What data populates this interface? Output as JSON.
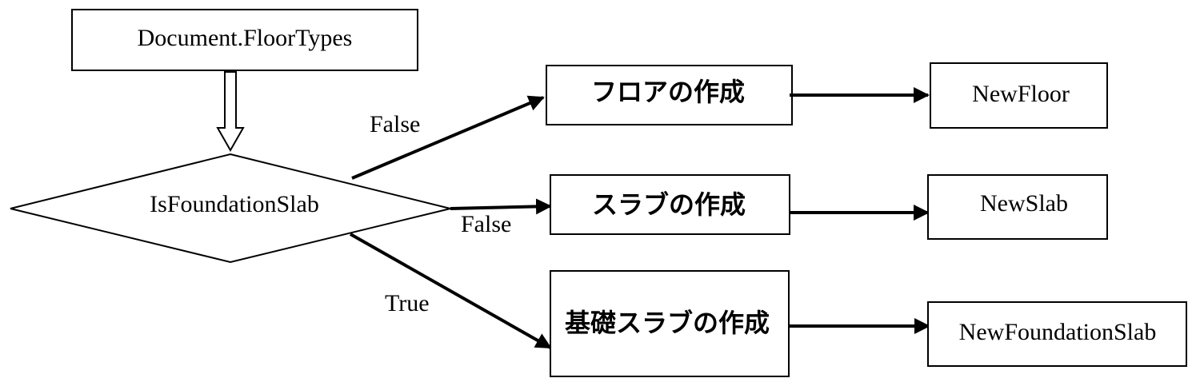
{
  "source_node": {
    "label": "Document.FloorTypes"
  },
  "decision_node": {
    "label": "IsFoundationSlab"
  },
  "edges": [
    {
      "label": "False"
    },
    {
      "label": "False"
    },
    {
      "label": "True"
    }
  ],
  "process_nodes": [
    {
      "label": "フロアの作成"
    },
    {
      "label": "スラブの作成"
    },
    {
      "label": "基礎スラブの作成"
    }
  ],
  "result_nodes": [
    {
      "label": "NewFloor"
    },
    {
      "label": "NewSlab"
    },
    {
      "label": "NewFoundationSlab"
    }
  ]
}
